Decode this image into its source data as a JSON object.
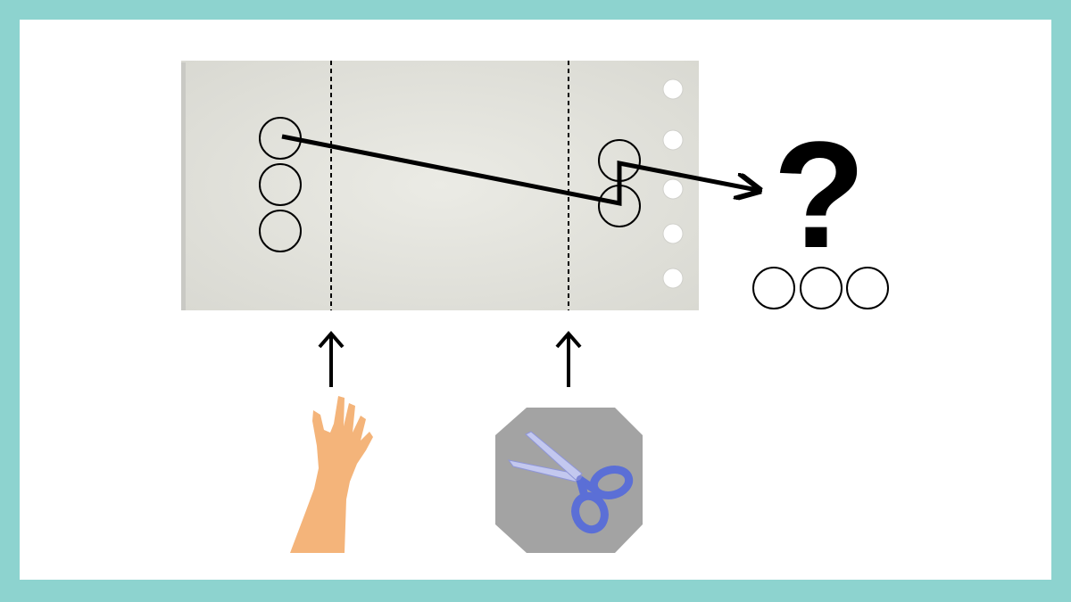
{
  "diagram": {
    "left_slot_count": 3,
    "right_slot_count": 2,
    "answer_slot_count": 3,
    "question_mark": "?",
    "icons": [
      "hand-icon",
      "scissors-icon",
      "question-mark-icon",
      "arrow-up-icon",
      "arrow-right-icon"
    ],
    "colors": {
      "frame": "#8dd3cf",
      "paper": "#e6e6e0",
      "hand": "#f4b47a",
      "scissors_handle": "#5b6fd6",
      "scissors_blade": "#c3c8ef",
      "scissors_badge": "#a3a3a3"
    }
  }
}
